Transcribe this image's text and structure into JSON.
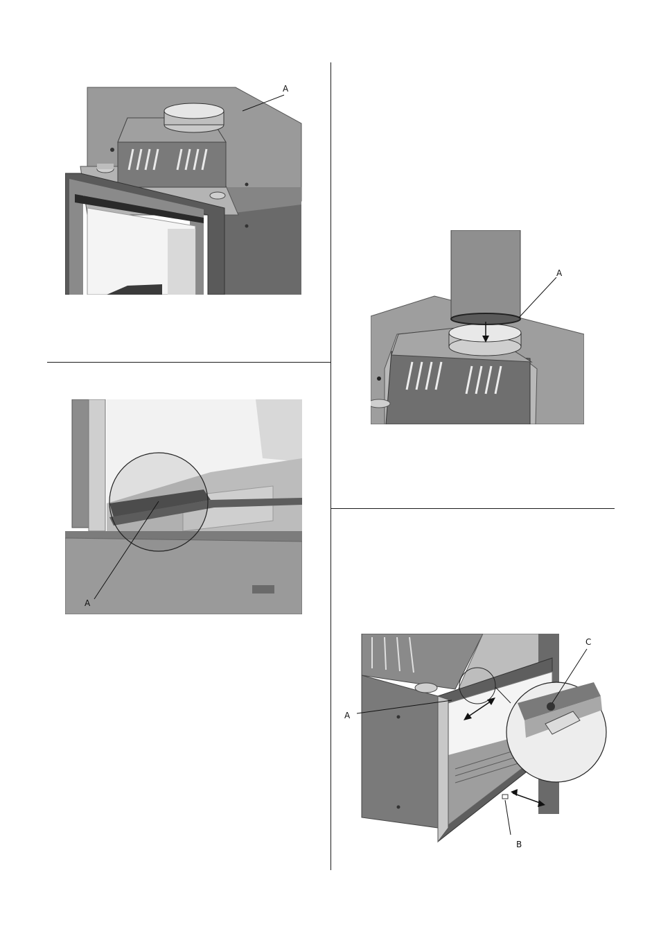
{
  "figures": [
    {
      "id": "fig1",
      "callouts": [
        "A"
      ]
    },
    {
      "id": "fig2",
      "callouts": [
        "A"
      ]
    },
    {
      "id": "fig3",
      "callouts": [
        "A"
      ]
    },
    {
      "id": "fig4",
      "callouts": [
        "A",
        "B",
        "C"
      ]
    }
  ]
}
